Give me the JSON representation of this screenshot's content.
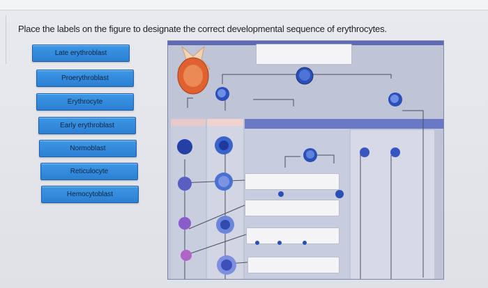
{
  "question": {
    "text": "Place the labels on the figure to designate the correct developmental sequence of erythrocytes."
  },
  "labels": [
    {
      "id": "late-erythroblast",
      "text": "Late erythroblast"
    },
    {
      "id": "proerythroblast",
      "text": "Proerythroblast"
    },
    {
      "id": "erythrocyte",
      "text": "Erythrocyte"
    },
    {
      "id": "early-erythroblast",
      "text": "Early erythroblast"
    },
    {
      "id": "normoblast",
      "text": "Normoblast"
    },
    {
      "id": "reticulocyte",
      "text": "Reticulocyte"
    },
    {
      "id": "hemocytoblast",
      "text": "Hemocytoblast"
    }
  ],
  "colors": {
    "label_fill": "#3d97e6",
    "figure_bg": "#bfc4d6",
    "header_strip": "#6a79c5",
    "cell_blue": "#2b4fb8"
  }
}
